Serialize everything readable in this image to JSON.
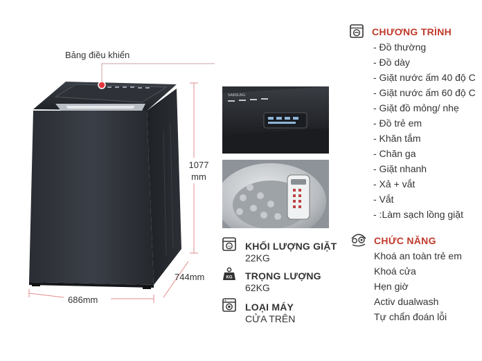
{
  "labels": {
    "control_panel": "Bảng điều khiển",
    "height": "1077",
    "height_unit": "mm",
    "depth": "744mm",
    "width": "686mm"
  },
  "photos": {
    "panel_brand": "SAMSUNG"
  },
  "specs": [
    {
      "title": "KHỐI LƯỢNG GIẶT",
      "value": "22KG",
      "icon": "laundry-load-icon"
    },
    {
      "title": "TRỌNG LƯỢNG",
      "value": "62KG",
      "icon": "weight-kg-icon"
    },
    {
      "title": "LOẠI MÁY",
      "value": "CỬA TRÊN",
      "icon": "washing-machine-icon"
    }
  ],
  "weight_icon_text": "KG",
  "programs": {
    "title": "CHƯƠNG TRÌNH",
    "icon": "washer-program-icon",
    "items": [
      "- Đồ thường",
      "- Đồ dày",
      "- Giặt nước ấm 40 độ C",
      "- Giặt nước ấm 60 độ C",
      "- Giặt đồ mỏng/ nhẹ",
      "- Đồ trẻ em",
      "- Khăn tắm",
      "- Chăn ga",
      "- Giặt nhanh",
      "- Xả + vắt",
      "- Vắt",
      "- :Làm sạch lồng giặt"
    ]
  },
  "features": {
    "title": "CHỨC NĂNG",
    "icon": "features-icon",
    "items": [
      "Khoá an toàn trẻ em",
      "Khoá cửa",
      "Hẹn giờ",
      "Activ dualwash",
      "Tự chẩn đoán lỗi"
    ]
  }
}
